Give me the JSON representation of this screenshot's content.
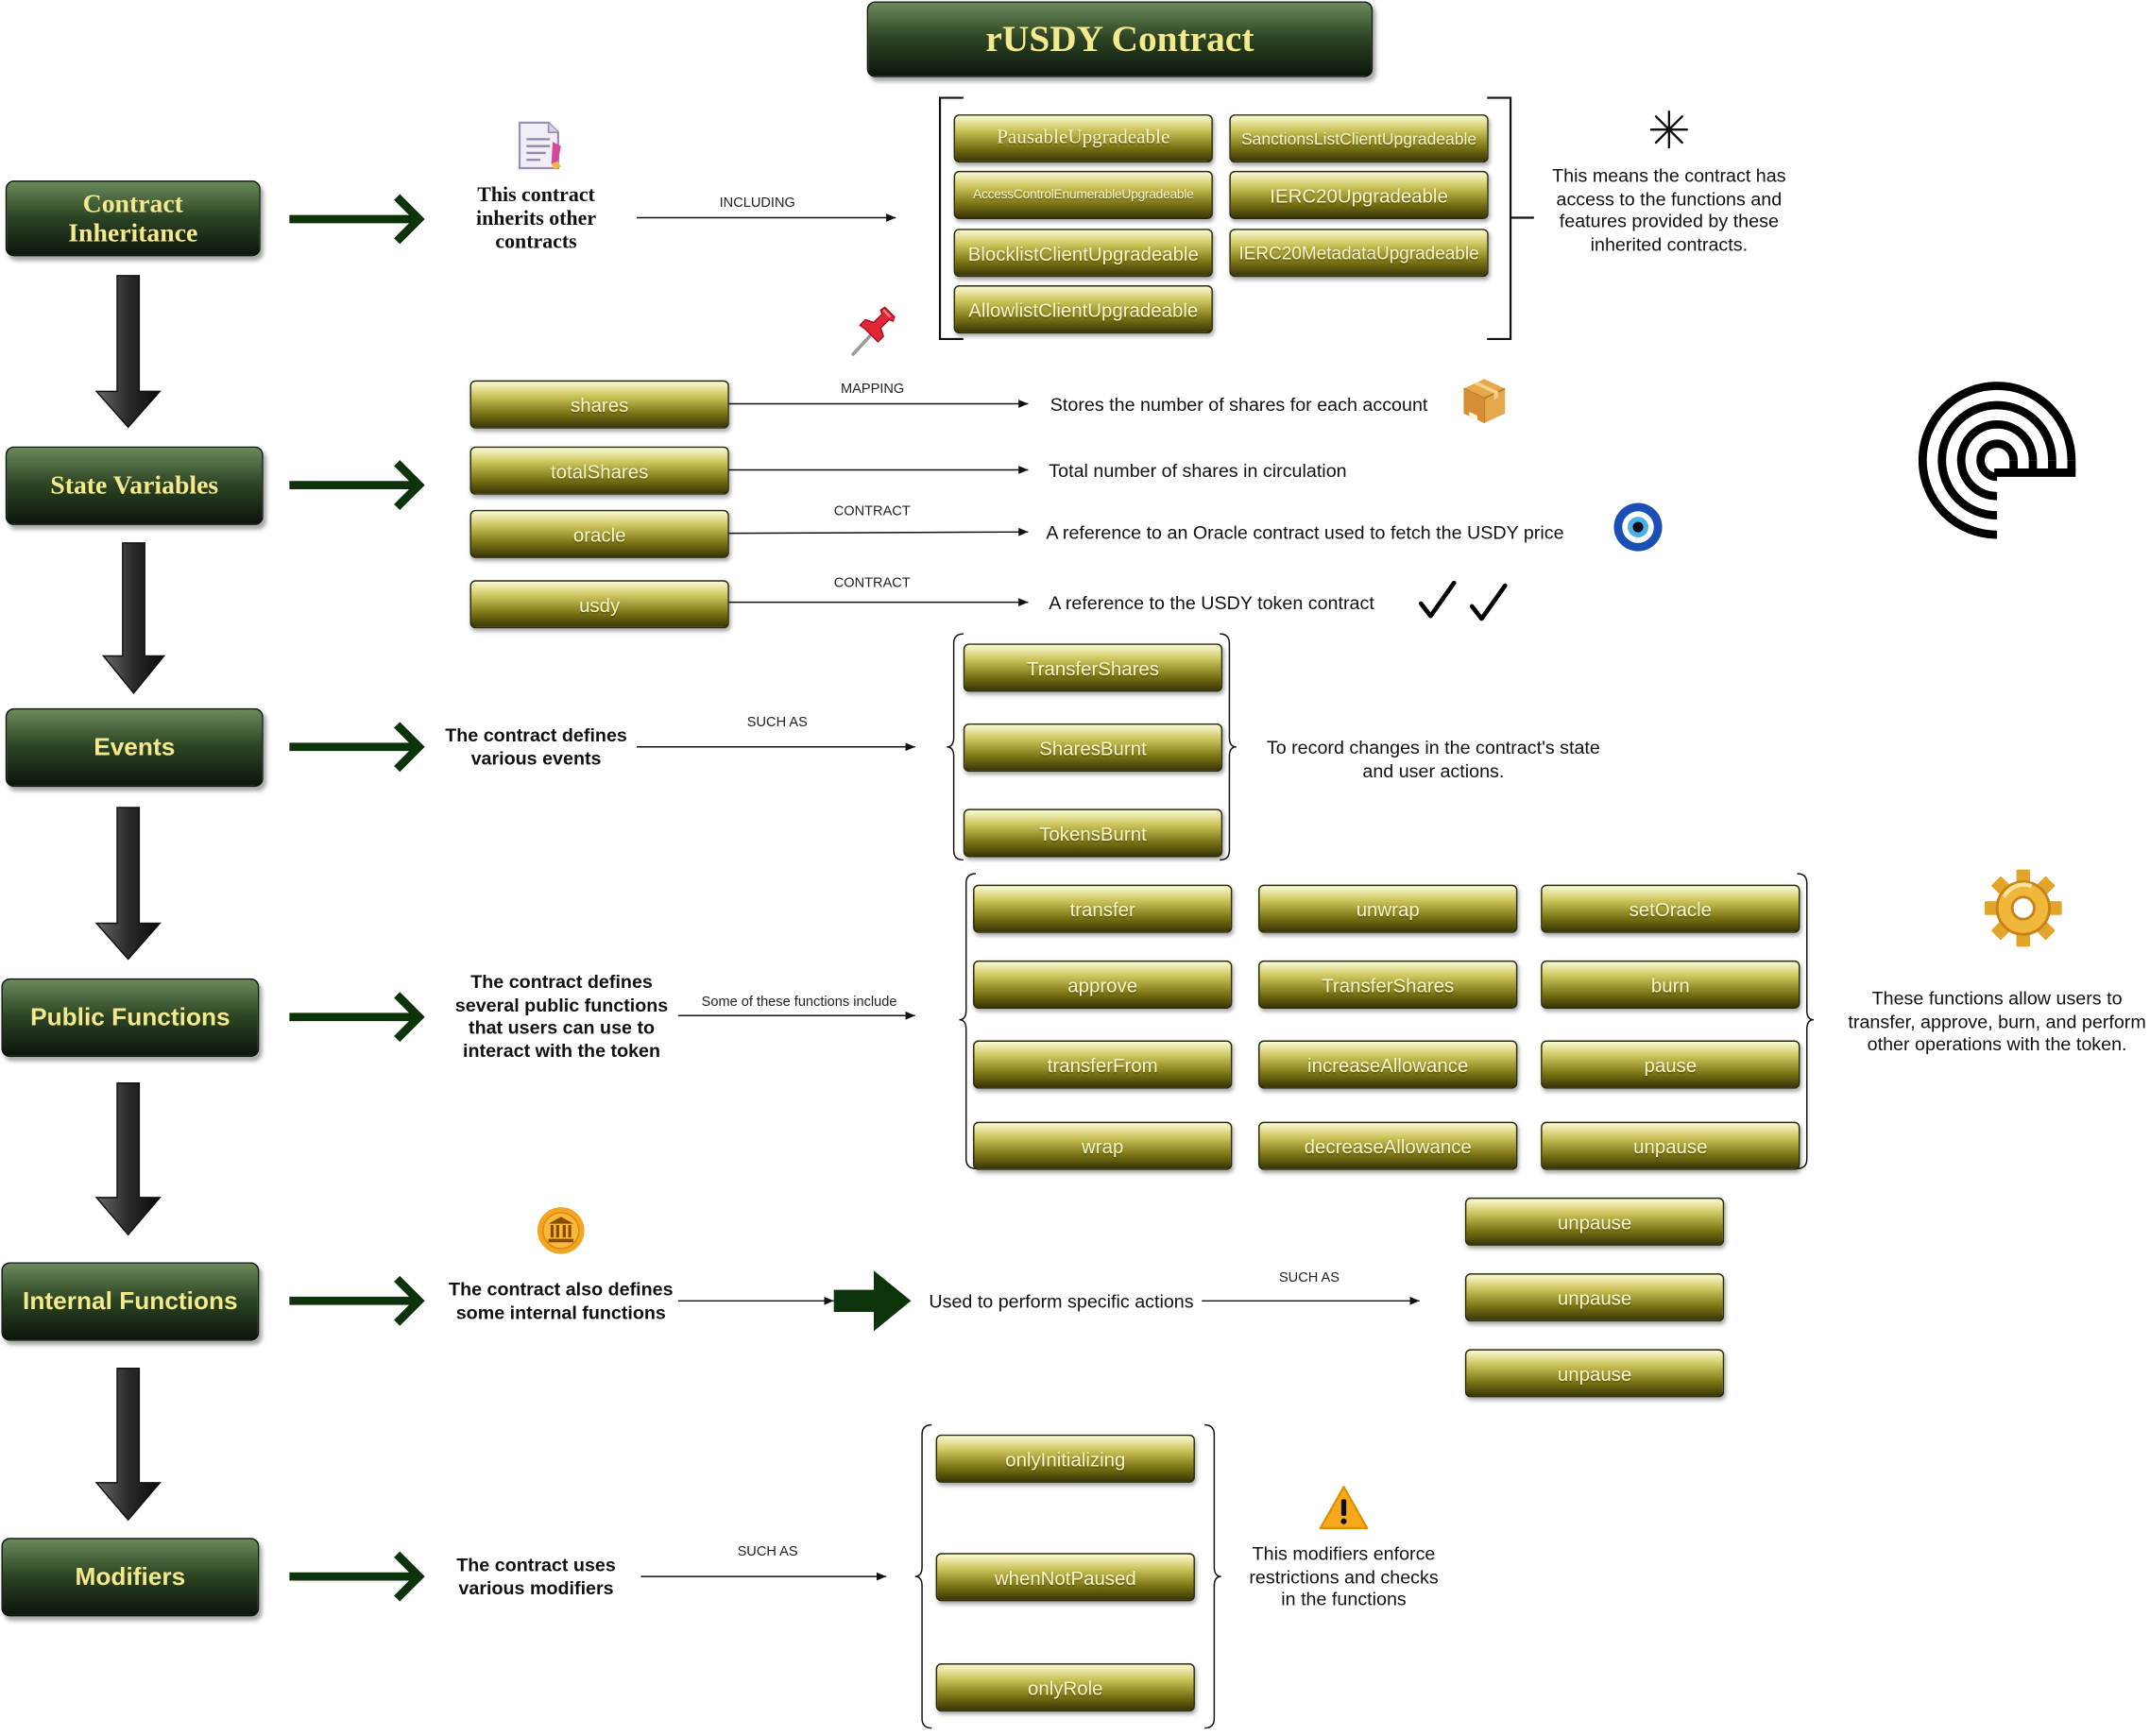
{
  "title": "rUSDY Contract",
  "sections": [
    {
      "label": "Contract Inheritance",
      "description": "This contract inherits other contracts",
      "connector": "INCLUDING",
      "items": [
        "PausableUpgradeable",
        "SanctionsListClientUpgradeable",
        "AccessControlEnumerableUpgradeable",
        "IERC20Upgradeable",
        "BlocklistClientUpgradeable",
        "IERC20MetadataUpgradeable",
        "AllowlistClientUpgradeable"
      ],
      "note": "This means the contract has access to the functions and features provided by these inherited contracts."
    },
    {
      "label": "State Variables",
      "items": [
        {
          "name": "shares",
          "connector": "MAPPING",
          "description": "Stores the number of shares for each account"
        },
        {
          "name": "totalShares",
          "connector": "",
          "description": "Total number of shares in circulation"
        },
        {
          "name": "oracle",
          "connector": "CONTRACT",
          "description": "A reference to an Oracle contract used to fetch the USDY price"
        },
        {
          "name": "usdy",
          "connector": "CONTRACT",
          "description": "A reference to the USDY token contract"
        }
      ]
    },
    {
      "label": "Events",
      "description": "The contract defines various events",
      "connector": "SUCH AS",
      "items": [
        "TransferShares",
        "SharesBurnt",
        "TokensBurnt"
      ],
      "note": "To record changes in the contract's state and user actions."
    },
    {
      "label": "Public Functions",
      "description": "The contract defines several public functions that users can use to interact with the token",
      "connector": "Some of these functions include",
      "items": [
        "transfer",
        "unwrap",
        "setOracle",
        "approve",
        "TransferShares",
        "burn",
        "transferFrom",
        "increaseAllowance",
        "pause",
        "wrap",
        "decreaseAllowance",
        "unpause"
      ],
      "note": "These functions allow users to transfer, approve, burn, and perform other operations with the token."
    },
    {
      "label": "Internal Functions",
      "description": "The contract also defines some internal functions",
      "step": "Used to perform specific actions",
      "connector": "SUCH AS",
      "items": [
        "unpause",
        "unpause",
        "unpause"
      ]
    },
    {
      "label": "Modifiers",
      "description": "The contract uses various modifiers",
      "connector": "SUCH AS",
      "items": [
        "onlyInitializing",
        "whenNotPaused",
        "onlyRole"
      ],
      "note": "This modifiers enforce restrictions and checks in the functions"
    }
  ],
  "icons": {
    "inheritance": "document-icon",
    "inheritance_note": "sparkle-icon",
    "state": "pushpin-icon",
    "shares": "package-icon",
    "oracle": "eye-amulet-icon",
    "usdy": "double-check-icon",
    "public": "gear-icon",
    "internal": "bank-icon",
    "modifiers": "warning-icon",
    "logo": "ondo-logo-icon"
  },
  "colors": {
    "category_dark": "#0c160c",
    "category_light": "#6a8a5a",
    "category_text": "#f4e98c",
    "pill_gold": "#ccc45a",
    "pill_text": "#fbf7c8",
    "arrow_green": "#0d330b"
  }
}
